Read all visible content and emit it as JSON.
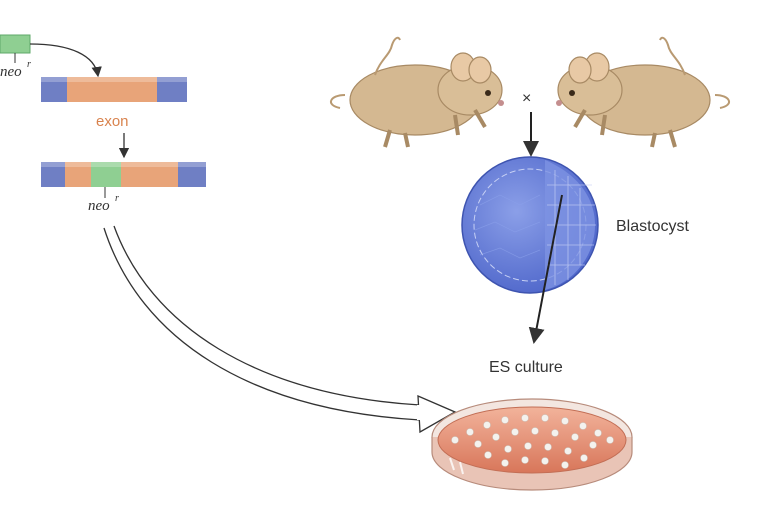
{
  "labels": {
    "neo_top": "neo",
    "neo_top_sup": "r",
    "exon": "exon",
    "neo_bottom": "neo",
    "neo_bottom_sup": "r",
    "cross": "×",
    "blastocyst": "Blastocyst",
    "es_culture": "ES culture"
  },
  "colors": {
    "blue": "#6f7fc4",
    "exon_orange": "#e8a479",
    "neo_green": "#8fcf92",
    "exon_text": "#d9834e",
    "dish_medium": "#e58f73",
    "blastocyst": "#5b74d8",
    "mouse": "#d4b891"
  },
  "icons": [
    "mouse-left-icon",
    "mouse-right-icon",
    "petri-dish-icon",
    "blastocyst-icon"
  ]
}
